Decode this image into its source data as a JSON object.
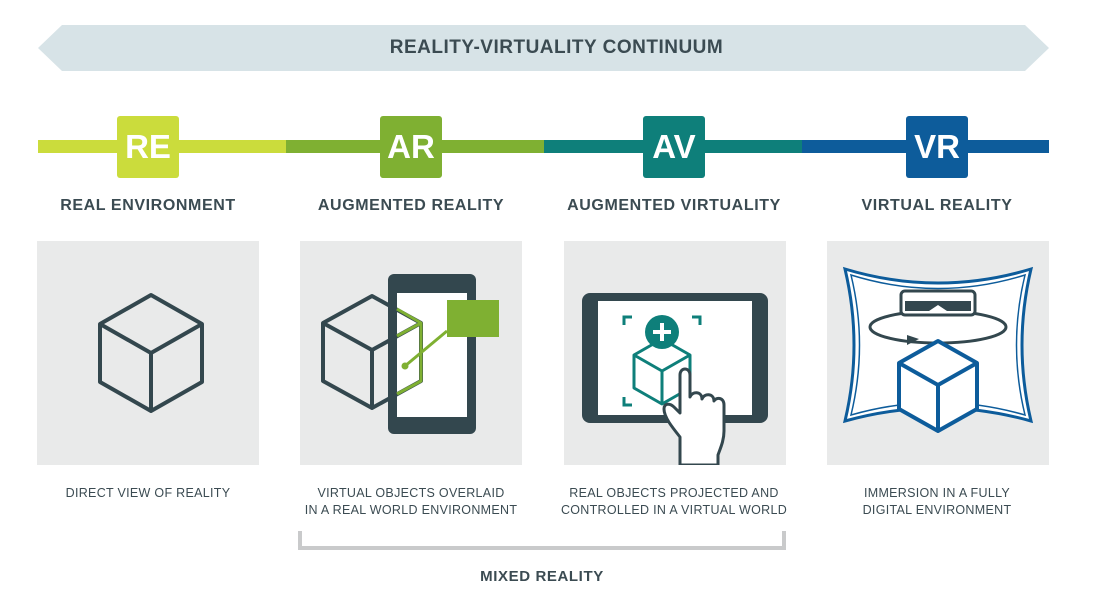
{
  "banner": {
    "title": "REALITY-VIRTUALITY CONTINUUM"
  },
  "colors": {
    "re": "#cbdc3c",
    "ar": "#7fb032",
    "av": "#0e7f7a",
    "vr": "#0d5c9b",
    "dark": "#33474e",
    "panel": "#e9eaea",
    "banner": "#d7e3e7"
  },
  "stages": [
    {
      "abbr": "RE",
      "title": "REAL ENVIRONMENT",
      "icon": "cube-icon",
      "description": [
        "DIRECT VIEW OF REALITY"
      ]
    },
    {
      "abbr": "AR",
      "title": "AUGMENTED REALITY",
      "icon": "phone-overlay-icon",
      "description": [
        "VIRTUAL OBJECTS OVERLAID",
        "IN A REAL WORLD ENVIRONMENT"
      ]
    },
    {
      "abbr": "AV",
      "title": "AUGMENTED VIRTUALITY",
      "icon": "tablet-touch-icon",
      "description": [
        "REAL OBJECTS PROJECTED AND",
        "CONTROLLED IN A VIRTUAL WORLD"
      ]
    },
    {
      "abbr": "VR",
      "title": "VIRTUAL REALITY",
      "icon": "vr-headset-icon",
      "description": [
        "IMMERSION IN A FULLY",
        "DIGITAL ENVIRONMENT"
      ]
    }
  ],
  "mixed_reality": {
    "label": "MIXED REALITY"
  }
}
